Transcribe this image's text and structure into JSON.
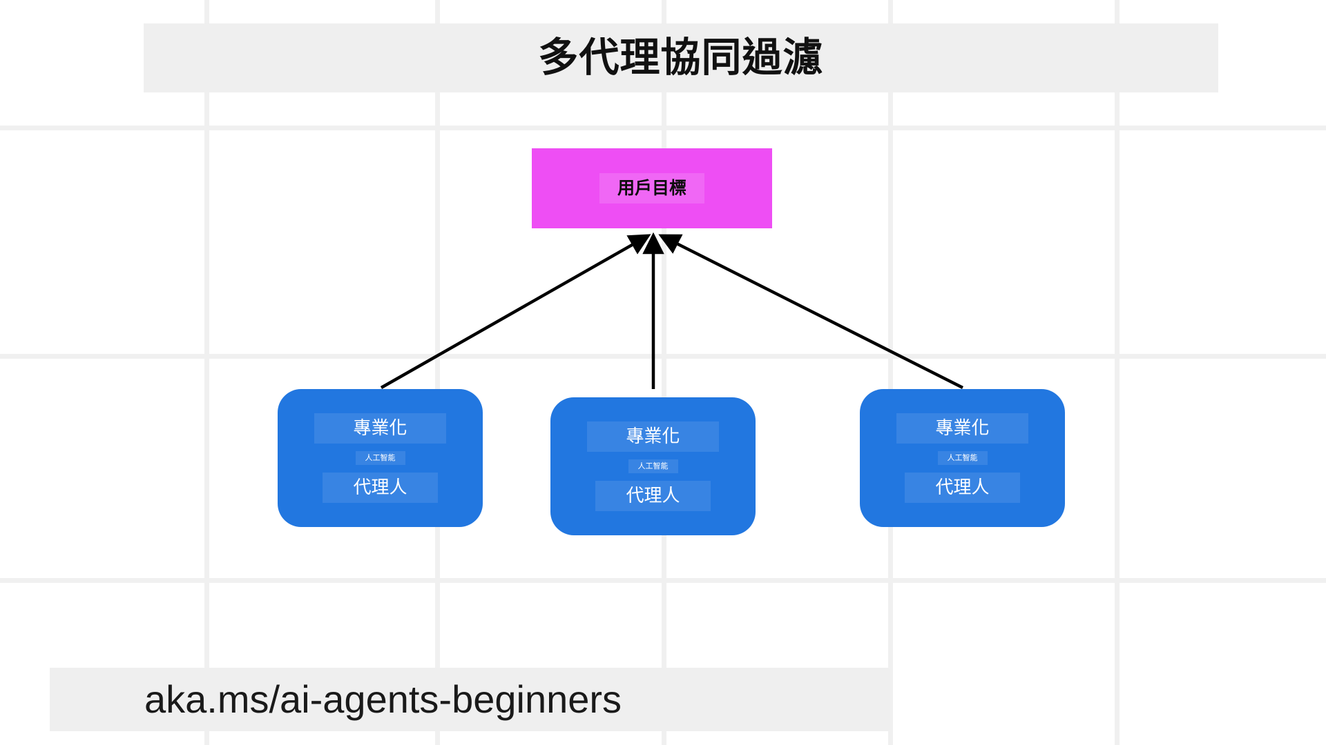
{
  "page": {
    "title": "多代理協同過濾",
    "footer_url": "aka.ms/ai-agents-beginners",
    "background_color": "#ffffff",
    "grid_line_color": "#f0f0f0",
    "banner_color": "#efefef"
  },
  "diagram": {
    "type": "flowchart",
    "direction": "bottom-to-top",
    "edge_color": "#000000",
    "nodes": {
      "goal": {
        "id": "goal",
        "label": "用戶目標",
        "shape": "rectangle",
        "fill": "#ee4ef4",
        "text_color": "#0d0d0d"
      },
      "agents": [
        {
          "id": "agent-1",
          "line1": "專業化",
          "line2": "人工智能",
          "line3": "代理人",
          "shape": "rounded-rectangle",
          "fill": "#2277e0",
          "text_color": "#ffffff"
        },
        {
          "id": "agent-2",
          "line1": "專業化",
          "line2": "人工智能",
          "line3": "代理人",
          "shape": "rounded-rectangle",
          "fill": "#2277e0",
          "text_color": "#ffffff"
        },
        {
          "id": "agent-3",
          "line1": "專業化",
          "line2": "人工智能",
          "line3": "代理人",
          "shape": "rounded-rectangle",
          "fill": "#2277e0",
          "text_color": "#ffffff"
        }
      ]
    },
    "edges": [
      {
        "from": "agent-1",
        "to": "goal",
        "arrow": "arrowhead-end"
      },
      {
        "from": "agent-2",
        "to": "goal",
        "arrow": "arrowhead-end"
      },
      {
        "from": "agent-3",
        "to": "goal",
        "arrow": "arrowhead-end"
      }
    ]
  }
}
